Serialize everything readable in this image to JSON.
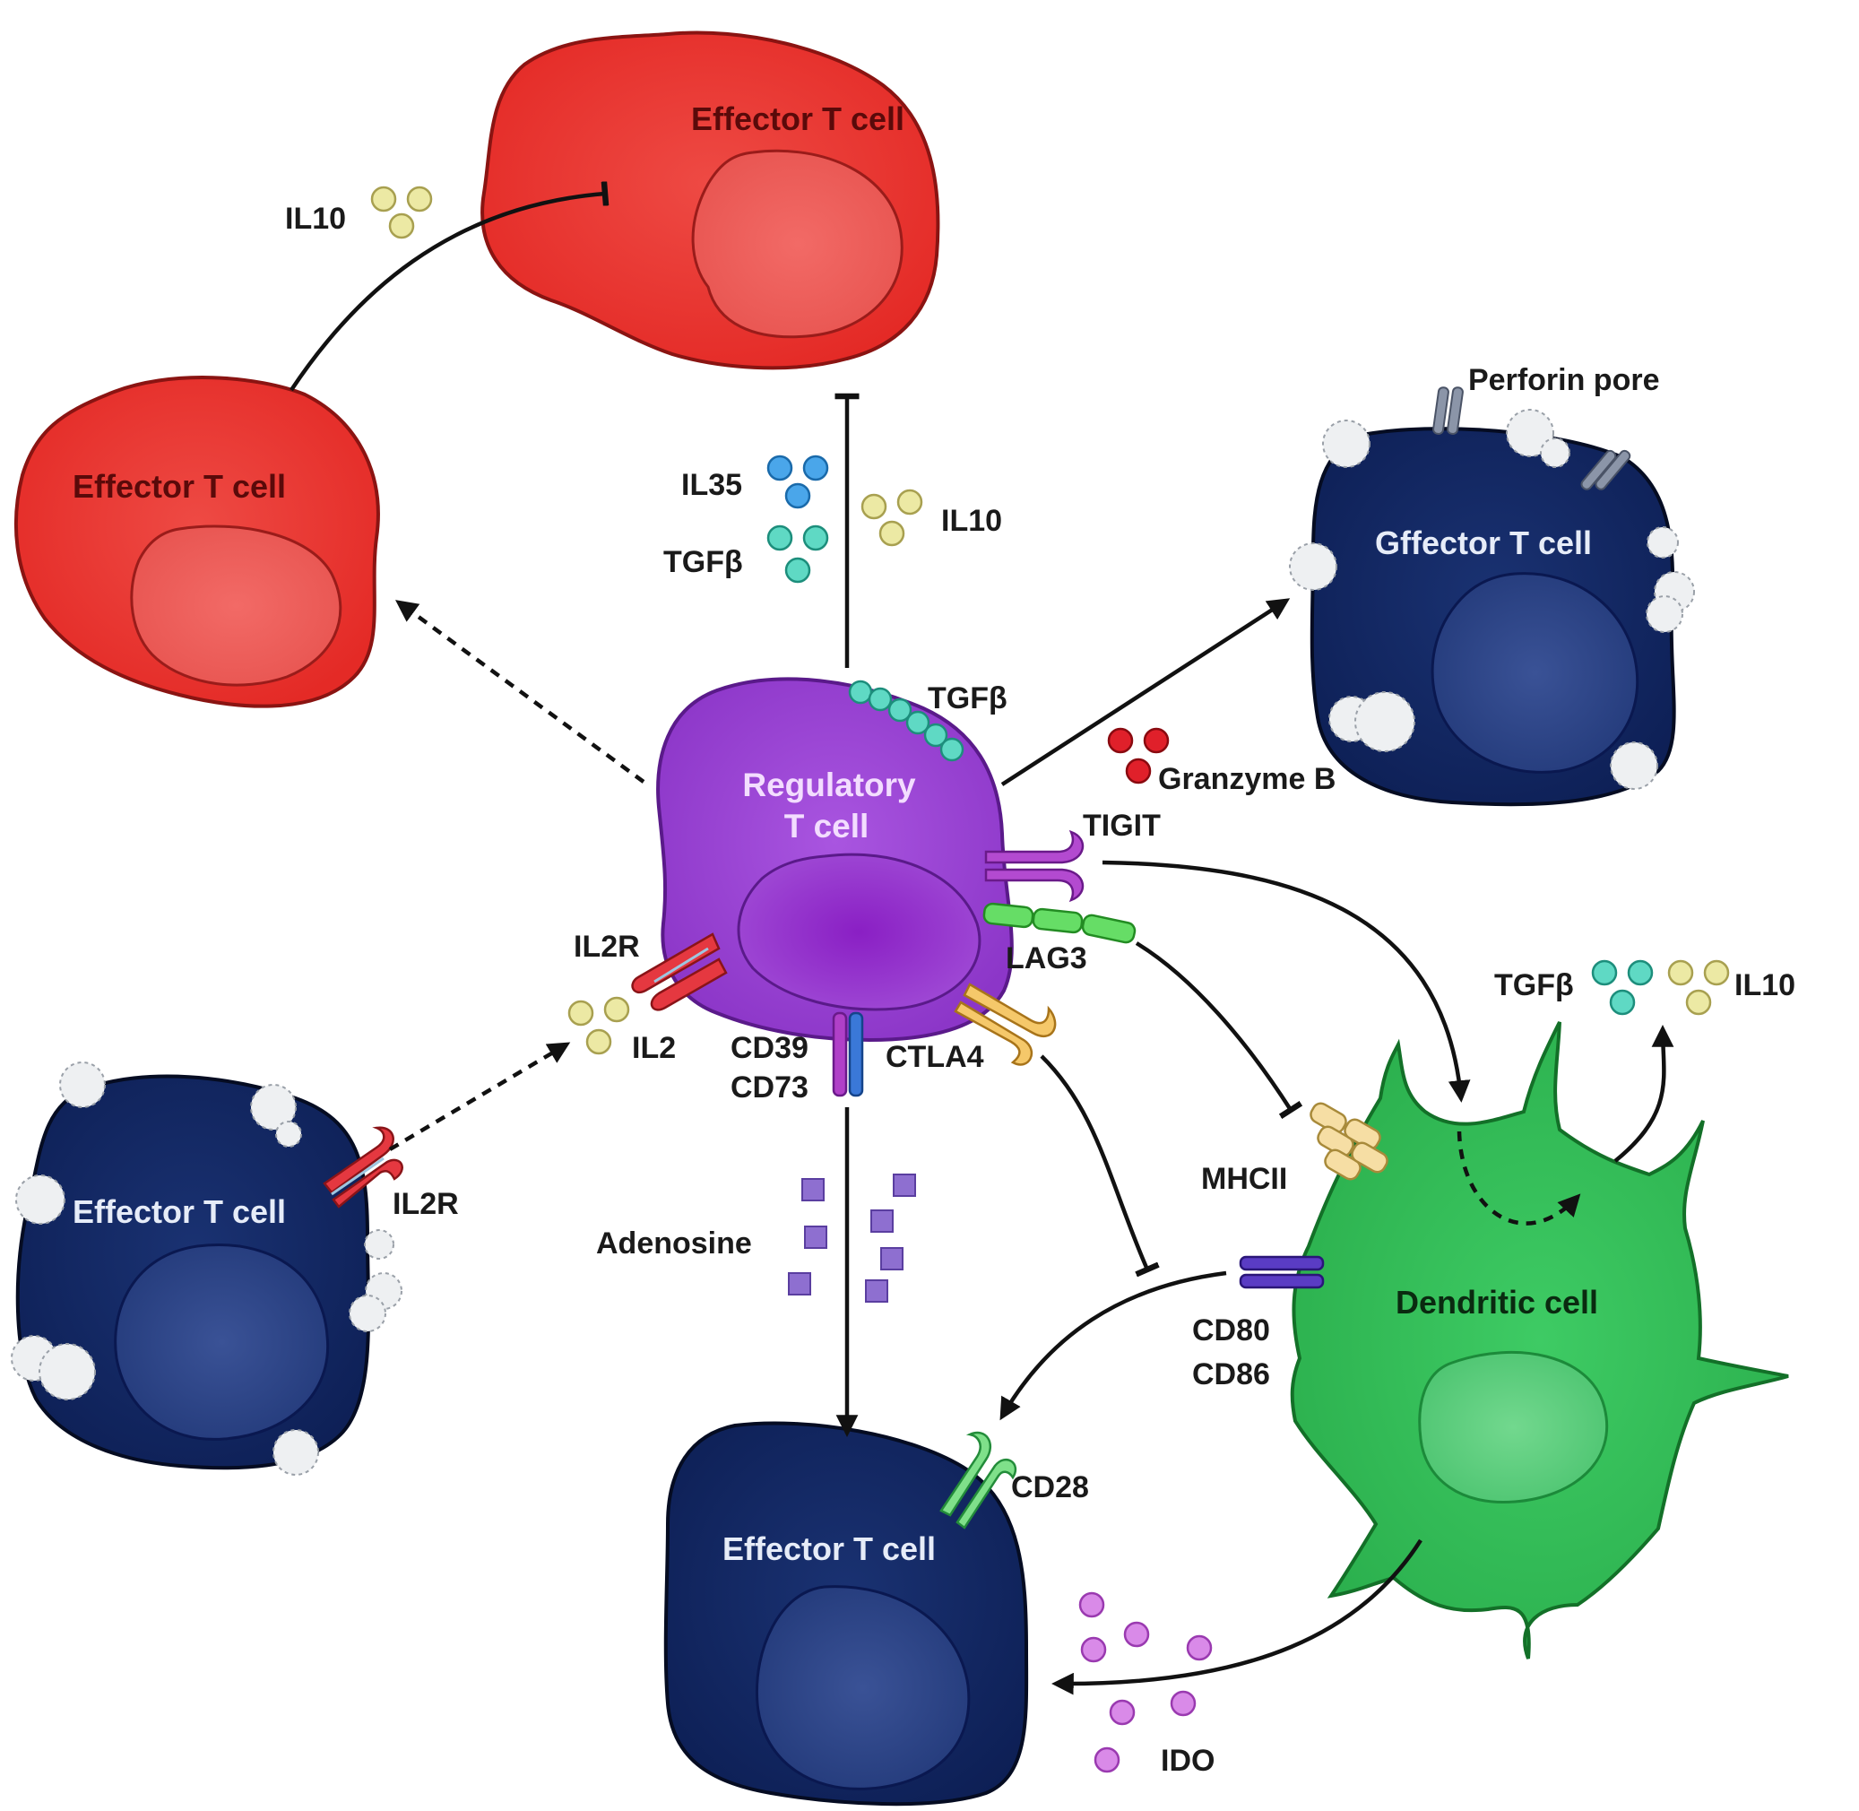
{
  "cells": {
    "effector_red_top": "Effector T cell",
    "effector_red_left": "Effector T cell",
    "effector_blue_right": "Gffector T cell",
    "effector_blue_left": "Effector T cell",
    "effector_blue_bottom": "Effector T cell",
    "regulatory_line1": "Regulatory",
    "regulatory_line2": "T cell",
    "dendritic": "Dendritic cell"
  },
  "labels": {
    "il10_top": "IL10",
    "il35": "IL35",
    "tgfb_mid": "TGFβ",
    "il10_mid": "IL10",
    "tgfb_surface": "TGFβ",
    "perforin_pore": "Perforin pore",
    "granzyme_b": "Granzyme B",
    "tigit": "TIGIT",
    "lag3": "LAG3",
    "il2r_treg": "IL2R",
    "il2": "IL2",
    "cd39": "CD39",
    "cd73": "CD73",
    "ctla4": "CTLA4",
    "il2r_effector": "IL2R",
    "adenosine": "Adenosine",
    "mhcii": "MHCII",
    "cd80": "CD80",
    "cd86": "CD86",
    "cd28": "CD28",
    "tgfb_dc": "TGFβ",
    "il10_dc": "IL10",
    "ido": "IDO"
  },
  "colors": {
    "effector_red": "#e8322e",
    "effector_blue": "#102560",
    "regulatory": "#9d45d6",
    "dendritic": "#35c05a",
    "il10_dot": "#ece9a4",
    "il35_dot": "#4aa6ea",
    "tgfb_dot": "#5fd9c4",
    "granzyme_dot": "#e0202a",
    "adenosine_square": "#8e6fd0",
    "ido_dot": "#d98ae8"
  }
}
